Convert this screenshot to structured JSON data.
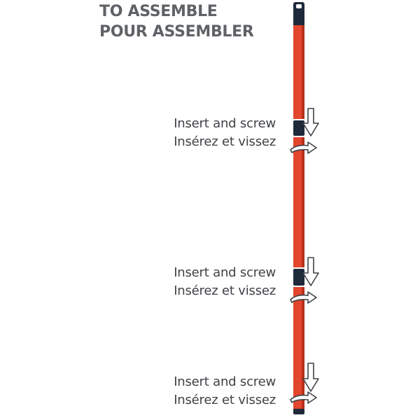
{
  "title": {
    "line1": "TO ASSEMBLE",
    "line2": "POUR ASSEMBLER"
  },
  "steps": [
    {
      "english": "Insert and screw",
      "french": "Insérez et vissez"
    },
    {
      "english": "Insert and screw",
      "french": "Insérez et vissez"
    },
    {
      "english": "Insert and screw",
      "french": "Insérez et vissez"
    }
  ],
  "colors": {
    "pole": "#e2462c",
    "pole_shadow": "#b8301c",
    "connector": "#1e2a3a",
    "tip": "#1e2a3a",
    "arrow_outline": "#3f4246"
  },
  "icons": {
    "push": "down-arrow-icon",
    "twist": "rotate-arrow-icon",
    "tip": "hanging-loop-icon"
  }
}
